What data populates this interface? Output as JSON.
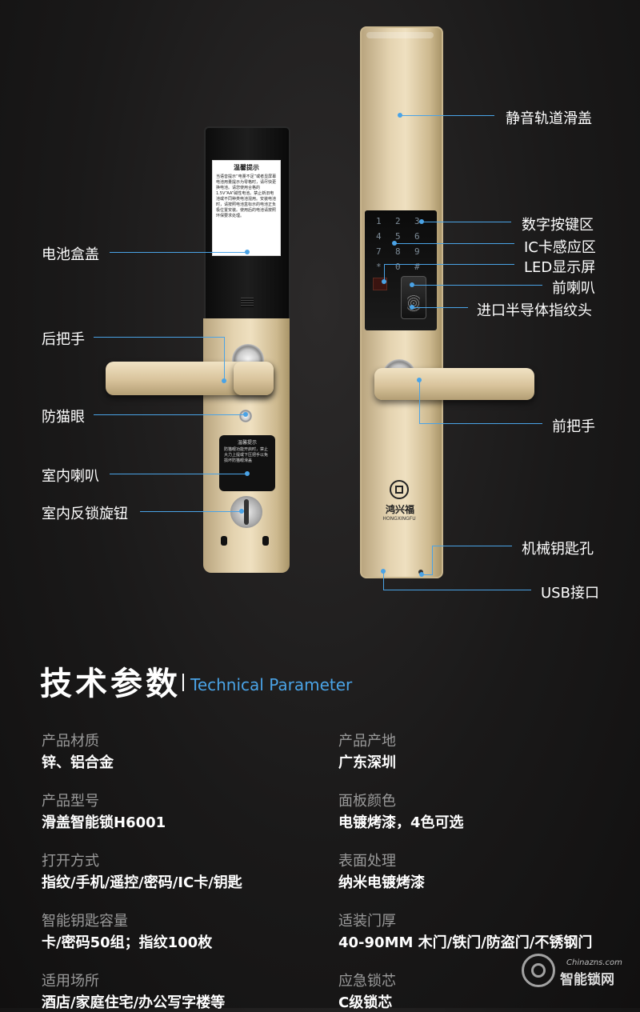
{
  "labels": {
    "battery_cover": "电池盒盖",
    "rear_handle": "后把手",
    "peephole": "防猫眼",
    "indoor_speaker": "室内喇叭",
    "indoor_lock_knob": "室内反锁旋钮",
    "silent_slide_cover": "静音轨道滑盖",
    "keypad": "数字按键区",
    "ic_card_area": "IC卡感应区",
    "led_screen": "LED显示屏",
    "front_speaker": "前喇叭",
    "fingerprint_head": "进口半导体指纹头",
    "front_handle": "前把手",
    "key_hole": "机械钥匙孔",
    "usb_port": "USB接口"
  },
  "notice": {
    "title": "温馨提示",
    "body": "当语音提示“电量不足”或者显屏幕电池用量提示为零格时，请尽快更换电池。请您使用合格的1.5V“AA”碱性电池。禁止新旧电池或不同种类电池混用。安装电池时，请按照电池盒标示的电池正负极位置安装。使用后的电池请按照环保要求处理。",
    "small_title": "温馨提示",
    "small_body": "防猫眼功能开启时，禁止大力上提或下压把手以免损坏防猫眼滑盖"
  },
  "keypad_keys": [
    "1",
    "2",
    "3",
    "4",
    "5",
    "6",
    "7",
    "8",
    "9",
    "*",
    "0",
    "#"
  ],
  "brand": {
    "name": "鸿兴福",
    "sub": "HONGXINGFU"
  },
  "section": {
    "title": "技术参数",
    "subtitle": "Technical Parameter"
  },
  "params": [
    {
      "k": "产品材质",
      "v": "锌、铝合金"
    },
    {
      "k": "产品产地",
      "v": "广东深圳"
    },
    {
      "k": "产品型号",
      "v": "滑盖智能锁H6001"
    },
    {
      "k": "面板颜色",
      "v": "电镀烤漆，4色可选"
    },
    {
      "k": "打开方式",
      "v": "指纹/手机/遥控/密码/IC卡/钥匙"
    },
    {
      "k": "表面处理",
      "v": "纳米电镀烤漆"
    },
    {
      "k": "智能钥匙容量",
      "v": "卡/密码50组；指纹100枚"
    },
    {
      "k": "适装门厚",
      "v": "40-90MM 木门/铁门/防盗门/不锈钢门"
    },
    {
      "k": "适用场所",
      "v": "酒店/家庭住宅/办公写字楼等"
    },
    {
      "k": "应急锁芯",
      "v": "C级锁芯"
    }
  ],
  "watermark": {
    "url": "Chinazns.com",
    "name": "智能锁网"
  },
  "colors": {
    "accent": "#4aa3e6",
    "gold": "#e4d3b0",
    "background": "#1a1919"
  }
}
